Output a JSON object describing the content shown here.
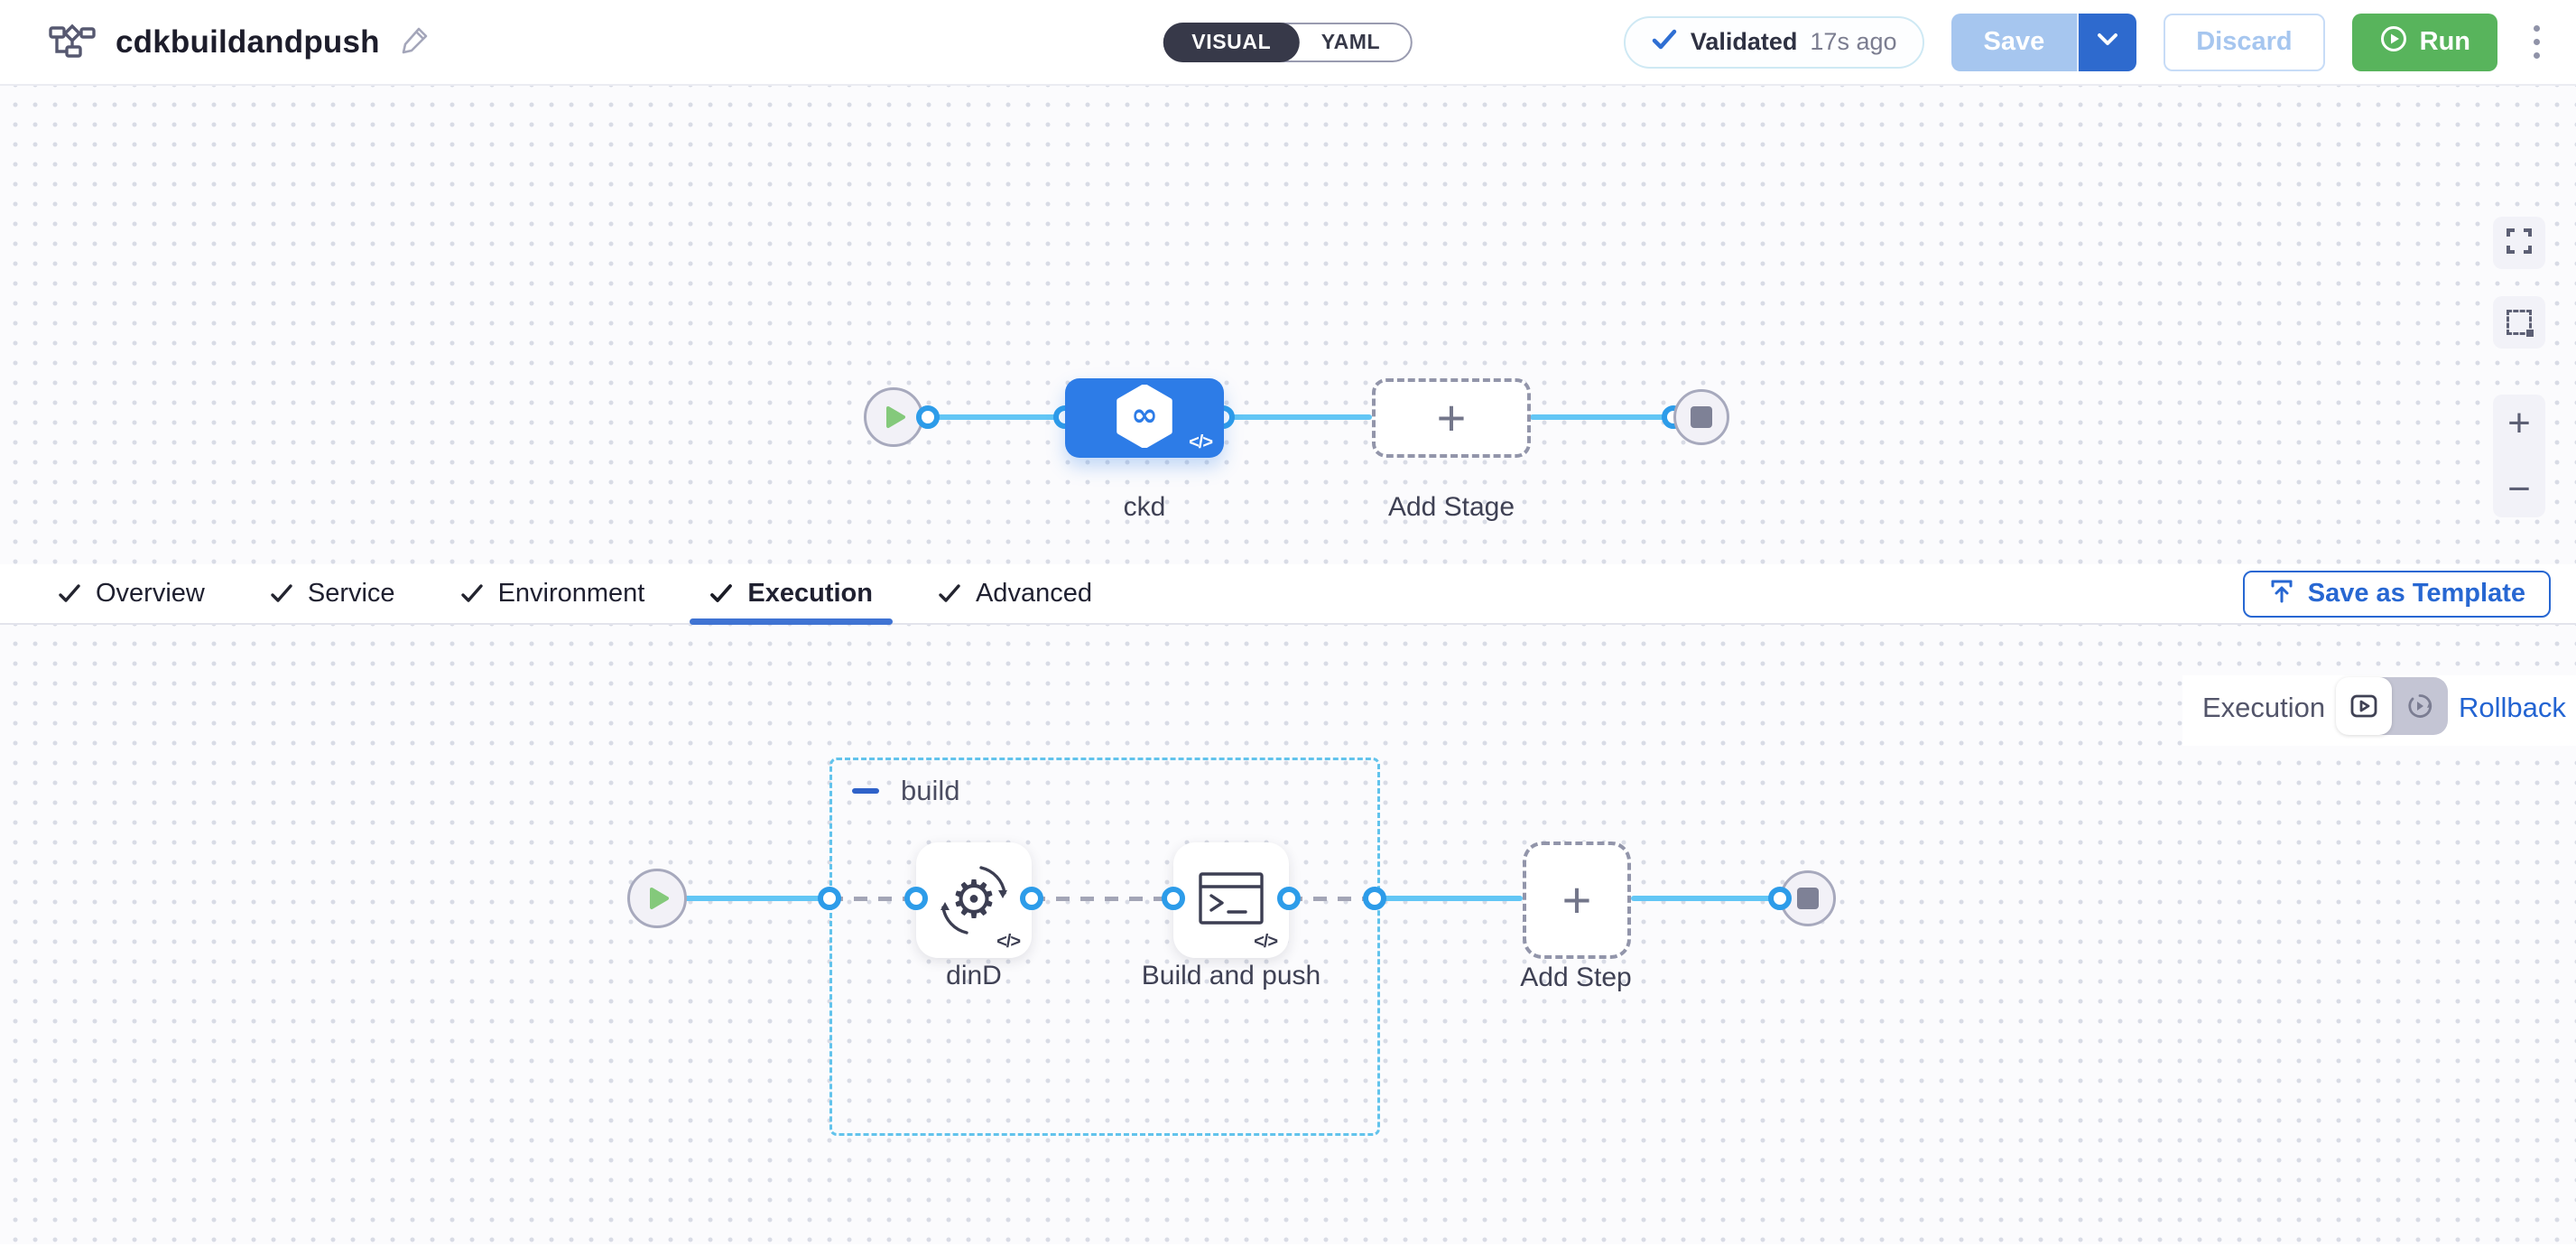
{
  "header": {
    "title": "cdkbuildandpush",
    "mode_toggle": {
      "visual_label": "VISUAL",
      "yaml_label": "YAML",
      "selected": "VISUAL"
    },
    "validation": {
      "status": "Validated",
      "time_ago": "17s ago"
    },
    "save_label": "Save",
    "discard_label": "Discard",
    "run_label": "Run"
  },
  "stage_canvas": {
    "stage_name": "ckd",
    "add_stage_label": "Add Stage"
  },
  "tab_bar": {
    "tabs": [
      {
        "label": "Overview",
        "checked": true
      },
      {
        "label": "Service",
        "checked": true
      },
      {
        "label": "Environment",
        "checked": true
      },
      {
        "label": "Execution",
        "checked": true
      },
      {
        "label": "Advanced",
        "checked": true
      }
    ],
    "active_tab": "Execution",
    "save_as_template_label": "Save as Template"
  },
  "execution_panel": {
    "view_label": "Execution",
    "rollback_label": "Rollback",
    "group": {
      "name": "build",
      "collapsed": false
    },
    "steps": [
      {
        "name": "dinD",
        "icon": "gear-sync-icon"
      },
      {
        "name": "Build and push",
        "icon": "terminal-icon"
      }
    ],
    "add_step_label": "Add Step"
  },
  "glyphs": {
    "code": "</>",
    "plus": "+",
    "minus": "−",
    "gear": "⚙"
  },
  "colors": {
    "stage_node_blue": "#2d7ce7",
    "connector_sky": "#62c6f5",
    "port_blue": "#2d9ce9",
    "group_dashed_blue": "#62c3ec",
    "run_green": "#58b45c",
    "save_enabled_blue": "#2e6ace",
    "save_disabled_blue": "#a6c6ef",
    "link_blue": "#2364d2",
    "tab_underline_blue": "#3f73d3",
    "validated_check_blue": "#2f6fd3",
    "start_play_green": "#84c97b",
    "end_square_gray": "#7e8196"
  }
}
